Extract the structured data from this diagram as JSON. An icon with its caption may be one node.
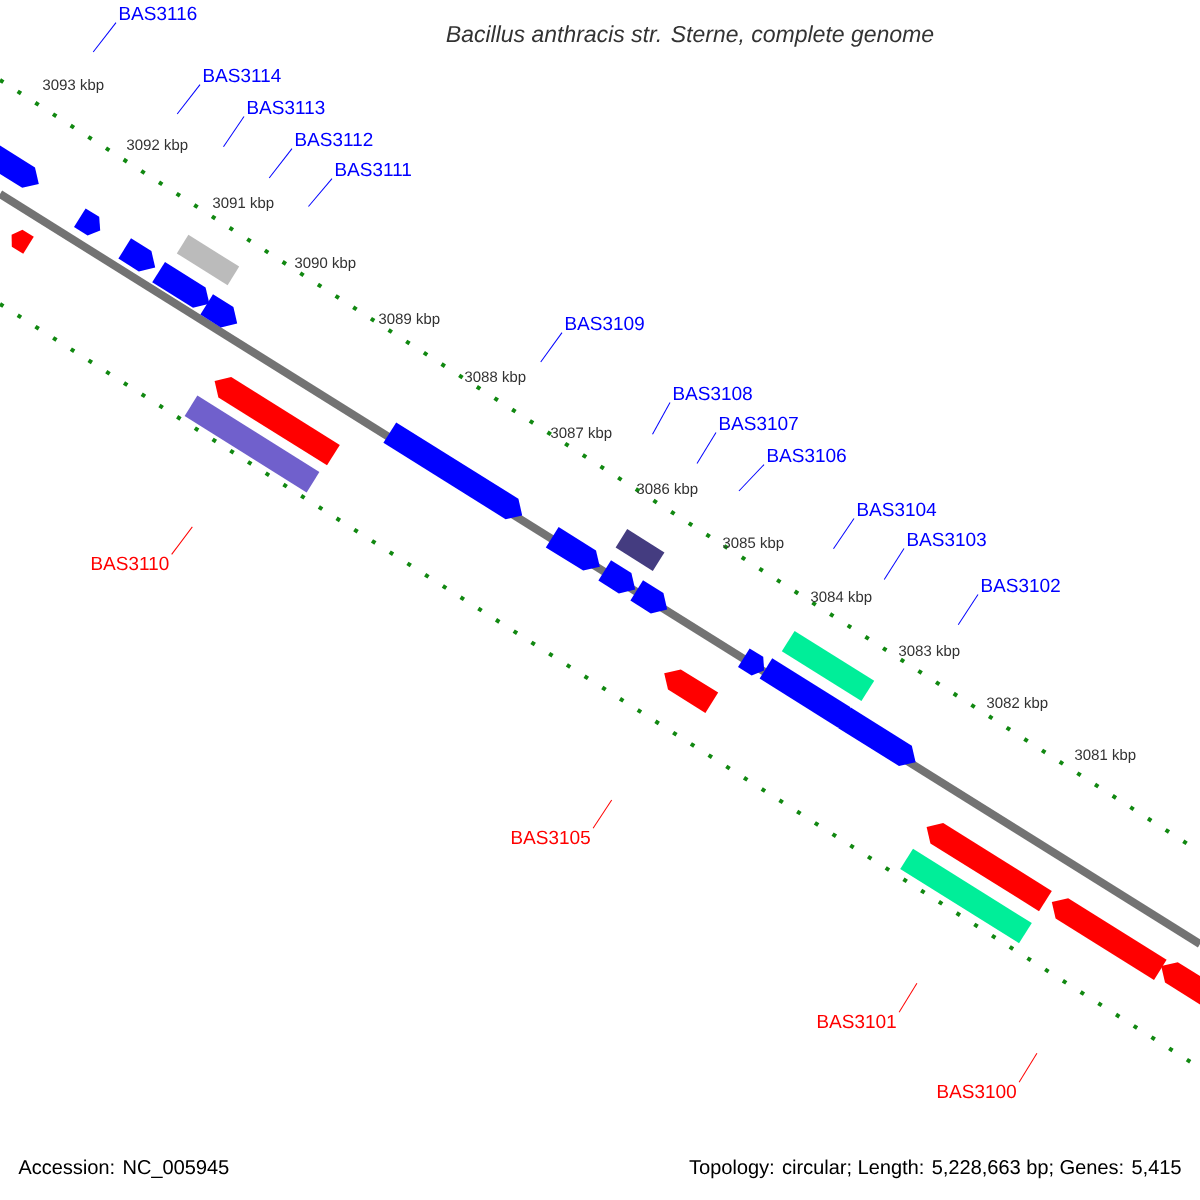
{
  "diagram": {
    "title": "*Bacillus anthracis* str. Sterne, complete genome",
    "nodes": [
      {
        "text": [
          "BAS3116"
        ]
      },
      {
        "text": [
          "BAS3114"
        ]
      },
      {
        "text": [
          "BAS3113"
        ]
      },
      {
        "text": [
          "BAS3112"
        ]
      },
      {
        "text": [
          "BAS3111"
        ]
      },
      {
        "text": [
          "BAS3109"
        ]
      },
      {
        "text": [
          "BAS3108"
        ]
      },
      {
        "text": [
          "BAS3107"
        ]
      },
      {
        "text": [
          "BAS3106"
        ]
      },
      {
        "text": [
          "BAS3104"
        ]
      },
      {
        "text": [
          "BAS3103"
        ]
      },
      {
        "text": [
          "BAS3102"
        ]
      },
      {
        "text": [
          "BAS3110"
        ]
      },
      {
        "text": [
          "BAS3105"
        ]
      },
      {
        "text": [
          "BAS3101"
        ]
      },
      {
        "text": [
          "BAS3100"
        ]
      }
    ],
    "edges": [
      {
        "from": 0,
        "to": null,
        "arrow": "none"
      },
      {
        "from": 1,
        "to": null,
        "arrow": "none"
      },
      {
        "from": 2,
        "to": null,
        "arrow": "none"
      },
      {
        "from": 3,
        "to": null,
        "arrow": "none"
      },
      {
        "from": 4,
        "to": null,
        "arrow": "none"
      },
      {
        "from": 5,
        "to": null,
        "arrow": "none"
      },
      {
        "from": 6,
        "to": null,
        "arrow": "none"
      },
      {
        "from": 7,
        "to": null,
        "arrow": "none"
      },
      {
        "from": 8,
        "to": null,
        "arrow": "none"
      },
      {
        "from": 9,
        "to": null,
        "arrow": "none"
      },
      {
        "from": 10,
        "to": null,
        "arrow": "none"
      },
      {
        "from": 11,
        "to": null,
        "arrow": "none"
      },
      {
        "from": 12,
        "to": null,
        "arrow": "none",
        "color": "#ff0000"
      },
      {
        "from": 13,
        "to": null,
        "arrow": "none",
        "color": "#ff0000"
      },
      {
        "from": 14,
        "to": null,
        "arrow": "none",
        "color": "#ff0000"
      },
      {
        "from": 15,
        "to": null,
        "arrow": "none",
        "color": "#ff0000"
      }
    ],
    "labels": [
      "3093 kbp",
      "3092 kbp",
      "3091 kbp",
      "3090 kbp",
      "3089 kbp",
      "3088 kbp",
      "3087 kbp",
      "3086 kbp",
      "3085 kbp",
      "3084 kbp",
      "3083 kbp",
      "3082 kbp",
      "3081 kbp",
      "Accession: NC_005945",
      "Topology: circular; Length: 5,228,663 bp; Genes: 5,415"
    ]
  }
}
